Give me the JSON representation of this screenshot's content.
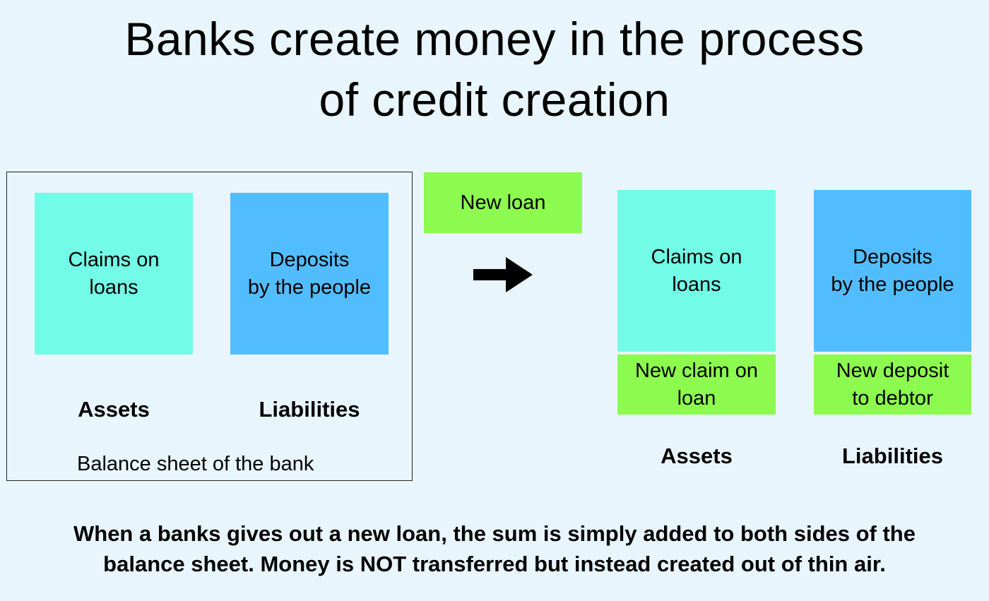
{
  "title": {
    "line1": "Banks create money in the process",
    "line2": "of credit creation"
  },
  "before": {
    "assets_box": {
      "line1": "Claims on",
      "line2": "loans"
    },
    "liabilities_box": {
      "line1": "Deposits",
      "line2": "by the people"
    },
    "assets_label": "Assets",
    "liabilities_label": "Liabilities",
    "caption": "Balance sheet of the bank"
  },
  "new_loan": "New loan",
  "after": {
    "assets_box": {
      "line1": "Claims on",
      "line2": "loans"
    },
    "liabilities_box": {
      "line1": "Deposits",
      "line2": "by the people"
    },
    "new_claim": {
      "line1": "New claim on",
      "line2": "loan"
    },
    "new_deposit": {
      "line1": "New deposit",
      "line2": "to debtor"
    },
    "assets_label": "Assets",
    "liabilities_label": "Liabilities"
  },
  "footer": {
    "line1": "When a banks gives out a new loan, the sum is simply added to both sides of the",
    "line2": "balance sheet. Money is NOT transferred but instead created out of thin air."
  },
  "colors": {
    "background": "#e9f5fc",
    "assets": "#72fbe6",
    "liabilities": "#52bdfe",
    "new_loan": "#8cfa4e"
  }
}
